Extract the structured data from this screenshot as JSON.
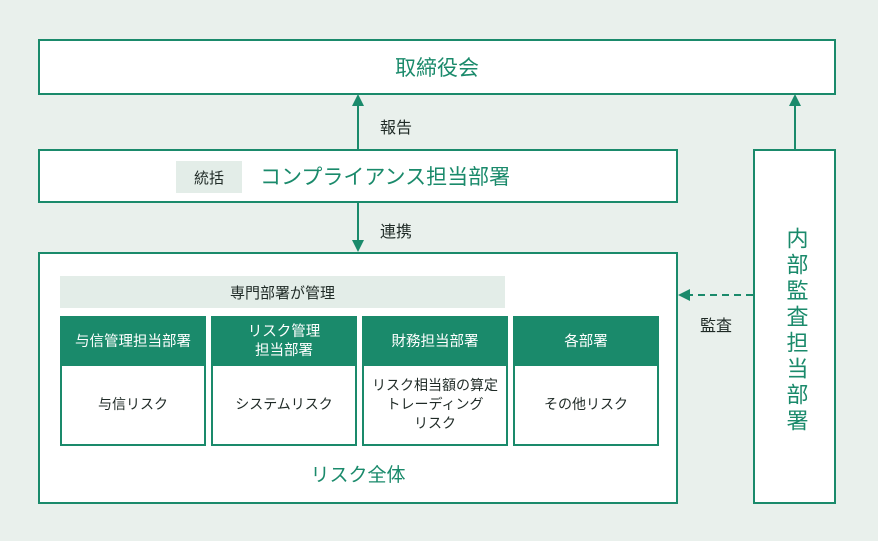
{
  "board": {
    "label": "取締役会"
  },
  "compliance": {
    "tag": "統括",
    "title": "コンプライアンス担当部署"
  },
  "internal_audit": {
    "label": "内部監査担当部署"
  },
  "risk_area": {
    "managed_by": "専門部署が管理",
    "total_label": "リスク全体",
    "departments": [
      {
        "head": "与信管理担当部署",
        "body": "与信リスク"
      },
      {
        "head": "リスク管理\n担当部署",
        "body": "システムリスク"
      },
      {
        "head": "財務担当部署",
        "body": "リスク相当額の算定\nトレーディング\nリスク"
      },
      {
        "head": "各部署",
        "body": "その他リスク"
      }
    ]
  },
  "edges": {
    "report": "報告",
    "coordination": "連携",
    "audit": "監査"
  },
  "colors": {
    "accent": "#1a8a6b",
    "background": "#e9f0ec",
    "band": "#e3ede8"
  }
}
